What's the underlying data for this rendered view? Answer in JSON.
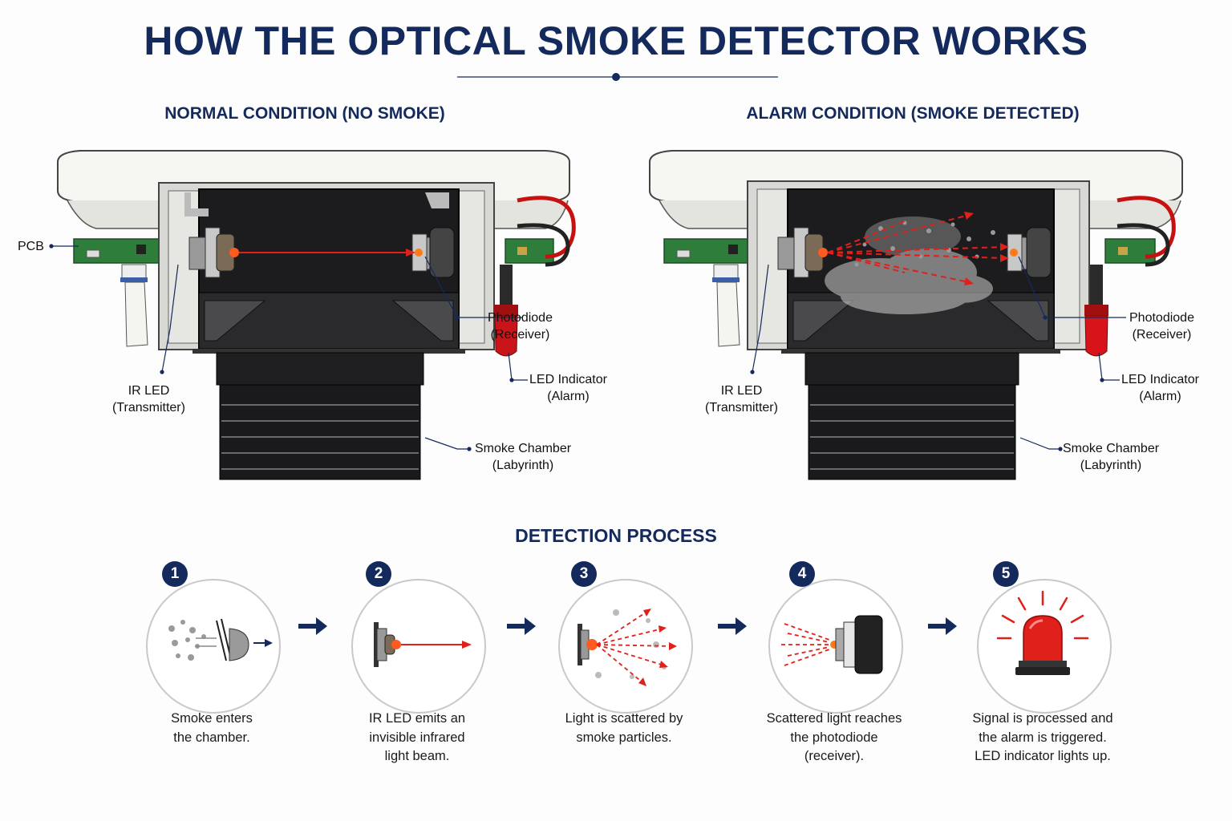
{
  "title": "HOW THE OPTICAL SMOKE DETECTOR WORKS",
  "normal": {
    "heading": "NORMAL CONDITION (NO SMOKE)",
    "labels": {
      "pcb": "PCB",
      "photodiode": [
        "Photodiode",
        "(Receiver)"
      ],
      "led_indicator": [
        "LED Indicator",
        "(Alarm)"
      ],
      "ir_led": [
        "IR LED",
        "(Transmitter)"
      ],
      "smoke_chamber": [
        "Smoke Chamber",
        "(Labyrinth)"
      ]
    }
  },
  "alarm": {
    "heading": "ALARM CONDITION (SMOKE DETECTED)",
    "labels": {
      "photodiode": [
        "Photodiode",
        "(Receiver)"
      ],
      "led_indicator": [
        "LED Indicator",
        "(Alarm)"
      ],
      "ir_led": [
        "IR LED",
        "(Transmitter)"
      ],
      "smoke_chamber": [
        "Smoke Chamber",
        "(Labyrinth)"
      ]
    }
  },
  "process": {
    "heading": "DETECTION PROCESS",
    "steps": [
      {
        "number": "1",
        "icon": "smoke-entering-icon",
        "lines": [
          "Smoke enters",
          "the chamber."
        ]
      },
      {
        "number": "2",
        "icon": "ir-beam-icon",
        "lines": [
          "IR LED emits an",
          "invisible infrared",
          "light beam."
        ]
      },
      {
        "number": "3",
        "icon": "light-scatter-icon",
        "lines": [
          "Light is scattered by",
          "smoke particles."
        ]
      },
      {
        "number": "4",
        "icon": "photodiode-receive-icon",
        "lines": [
          "Scattered light reaches",
          "the photodiode",
          "(receiver)."
        ]
      },
      {
        "number": "5",
        "icon": "alarm-beacon-icon",
        "lines": [
          "Signal is processed and",
          "the alarm is triggered.",
          "LED indicator lights up."
        ]
      }
    ]
  },
  "colors": {
    "navy": "#142a5c",
    "beam_red": "#e0201b",
    "pcb_green": "#2f7d3a",
    "housing_white": "#f3f3ee",
    "chamber_black": "#1c1c1e"
  }
}
